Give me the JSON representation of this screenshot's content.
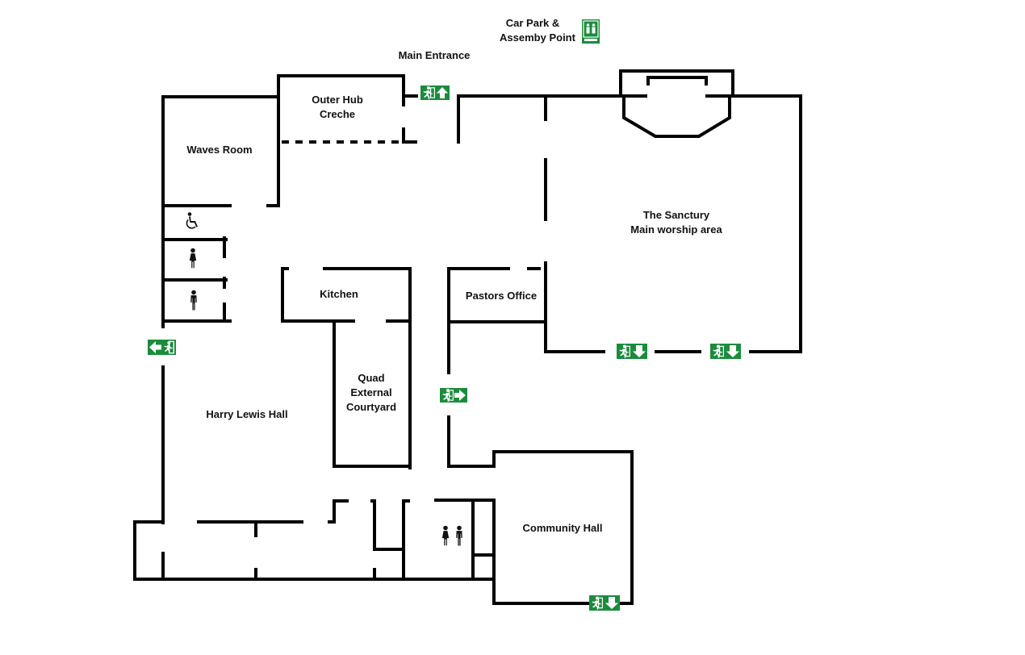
{
  "map": {
    "labels": {
      "car_park_line1": "Car Park &",
      "car_park_line2": "Assemby Point",
      "main_entrance": "Main Entrance",
      "outer_hub_line1": "Outer Hub",
      "outer_hub_line2": "Creche",
      "waves_room": "Waves Room",
      "sanctuary_line1": "The Sanctury",
      "sanctuary_line2": "Main worship area",
      "kitchen": "Kitchen",
      "pastors_office": "Pastors Office",
      "quad_line1": "Quad",
      "quad_line2": "External",
      "quad_line3": "Courtyard",
      "harry_lewis_hall": "Harry Lewis Hall",
      "community_hall": "Community Hall"
    },
    "icons": {
      "assembly_point": "assembly-point-icon",
      "fire_exit": "running-man-exit-icon",
      "arrow_up": "arrow-up-icon",
      "arrow_down": "arrow-down-icon",
      "arrow_left": "arrow-left-icon",
      "arrow_right": "arrow-right-icon",
      "accessible_toilet": "wheelchair-icon",
      "female_toilet": "female-icon",
      "male_toilet": "male-icon",
      "unisex_toilet": "unisex-toilet-icon"
    },
    "colors": {
      "wall": "#000000",
      "exit_sign": "#1a8c3c",
      "background": "#ffffff"
    }
  }
}
